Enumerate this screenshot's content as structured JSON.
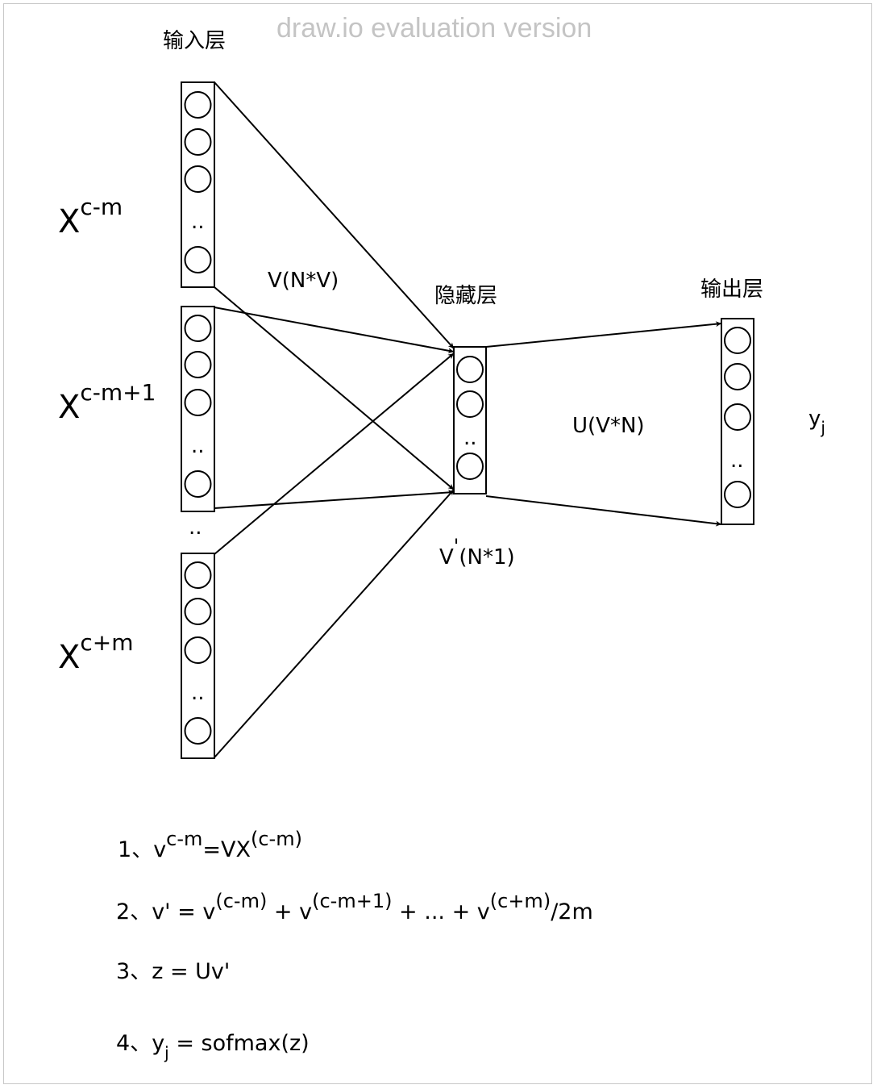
{
  "watermark": "draw.io evaluation version",
  "layers": {
    "input": "输入层",
    "hidden": "隐藏层",
    "output": "输出层"
  },
  "inputs": [
    {
      "base": "X",
      "sup": "c-m"
    },
    {
      "base": "X",
      "sup": "c-m+1"
    },
    {
      "base": "X",
      "sup": "c+m"
    }
  ],
  "ellipsis": "..",
  "weights": {
    "v": "V(N*V)",
    "u": "U(V*N)",
    "vprime_base": "V",
    "vprime_mark": "'",
    "vprime_rest": "(N*1)"
  },
  "output_label": {
    "base": "y",
    "sub": "j"
  },
  "equations": {
    "eq1": {
      "n": "1、",
      "a": "v",
      "sup1": "c-m",
      "b": "=VX",
      "sup2": "(c-m)"
    },
    "eq2": {
      "n": "2、",
      "a": "v' = v",
      "s1": "(c-m)",
      "b": " + v",
      "s2": "(c-m+1)",
      "c": " + ... + v",
      "s3": "(c+m)",
      "d": "/2m"
    },
    "eq3": {
      "n": "3、",
      "text": "z =  Uv'"
    },
    "eq4": {
      "n": "4、",
      "a": "y",
      "sub": "j",
      "b": " = sofmax(z)"
    }
  }
}
